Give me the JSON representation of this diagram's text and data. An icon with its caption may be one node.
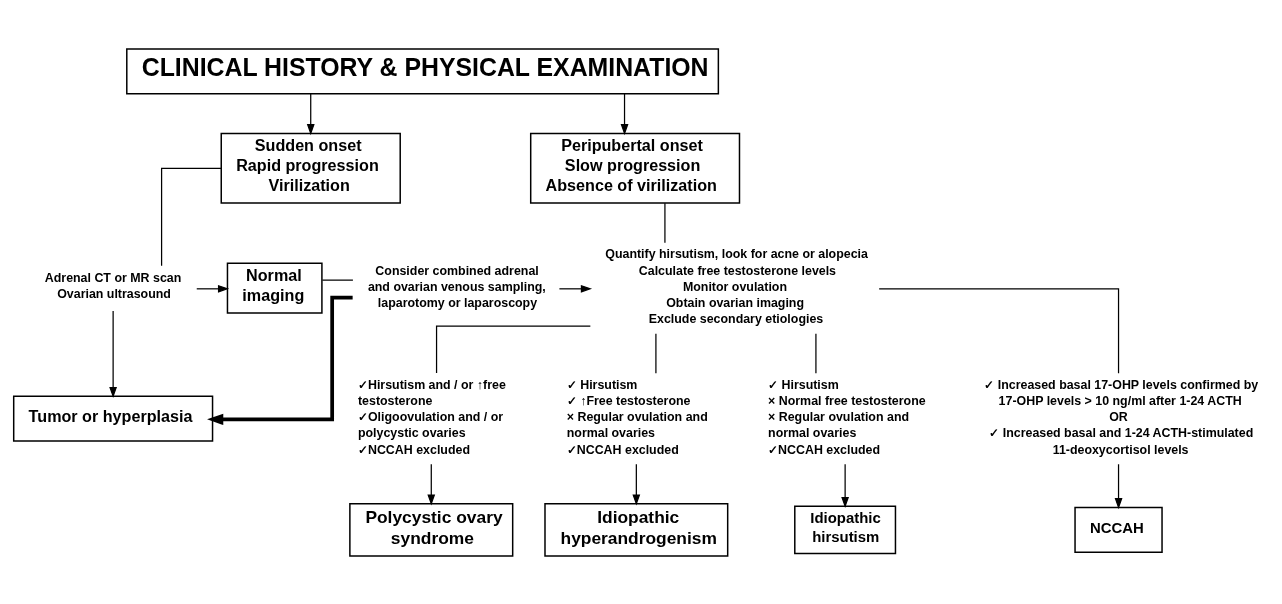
{
  "diagram": {
    "nodes": [
      {
        "text": [
          "CLINICAL HISTORY & PHYSICAL EXAMINATION"
        ]
      },
      {
        "text": [
          "Sudden onset",
          "Rapid progression",
          "Virilization"
        ]
      },
      {
        "text": [
          "Peripubertal onset",
          "Slow progression",
          "Absence of virilization"
        ]
      },
      {
        "text": [
          "Adrenal CT or MR scan",
          "Ovarian ultrasound"
        ]
      },
      {
        "text": [
          "Normal imaging"
        ]
      },
      {
        "text": [
          "Consider combined adrenal and ovarian venous sampling, laparotomy or laparoscopy"
        ]
      },
      {
        "text": [
          "Tumor or hyperplasia"
        ]
      },
      {
        "text": [
          "Quantify hirsutism, look for acne or alopecia",
          "Calculate free testosterone levels",
          "Monitor ovulation",
          "Obtain ovarian imaging",
          "Exclude secondary etiologies"
        ]
      },
      {
        "text": [
          "✓Hirsutism and / or ↑free testosterone",
          "✓Oligoovulation and / or polycystic ovaries",
          "✓NCCAH excluded"
        ]
      },
      {
        "text": [
          "✓ Hirsutism",
          "✓ ↑Free testosterone",
          "× Regular ovulation and normal ovaries",
          "✓NCCAH excluded"
        ]
      },
      {
        "text": [
          "✓ Hirsutism",
          "× Normal free testosterone",
          "× Regular ovulation and normal ovaries",
          "✓NCCAH excluded"
        ]
      },
      {
        "text": [
          "✓ Increased basal 17-OHP levels confirmed by 17-OHP levels > 10 ng/ml after 1-24 ACTH",
          "OR",
          "✓ Increased basal and 1-24 ACTH-stimulated 11-deoxycortisol levels"
        ]
      },
      {
        "text": [
          "Polycystic ovary syndrome"
        ]
      },
      {
        "text": [
          "Idiopathic hyperandrogenism"
        ]
      },
      {
        "text": [
          "Idiopathic hirsutism"
        ]
      },
      {
        "text": [
          "NCCAH"
        ]
      }
    ],
    "edges": [
      {
        "from": 0,
        "to": 1,
        "arrow": "to"
      },
      {
        "from": 0,
        "to": 2,
        "arrow": "to"
      },
      {
        "from": 1,
        "to": 3,
        "arrow": "none"
      },
      {
        "from": 3,
        "to": 4,
        "arrow": "to"
      },
      {
        "from": 4,
        "to": 5,
        "arrow": "none"
      },
      {
        "from": 5,
        "to": 7,
        "arrow": "to"
      },
      {
        "from": 3,
        "to": 6,
        "arrow": "to"
      },
      {
        "from": 5,
        "to": 6,
        "arrow": "to",
        "style": "thick"
      },
      {
        "from": 2,
        "to": 7,
        "arrow": "none"
      },
      {
        "from": 7,
        "to": 8,
        "arrow": "none"
      },
      {
        "from": 7,
        "to": 9,
        "arrow": "none"
      },
      {
        "from": 7,
        "to": 10,
        "arrow": "none"
      },
      {
        "from": 7,
        "to": 11,
        "arrow": "none"
      },
      {
        "from": 8,
        "to": 12,
        "arrow": "to"
      },
      {
        "from": 9,
        "to": 13,
        "arrow": "to"
      },
      {
        "from": 10,
        "to": 14,
        "arrow": "to"
      },
      {
        "from": 11,
        "to": 15,
        "arrow": "to"
      }
    ]
  }
}
